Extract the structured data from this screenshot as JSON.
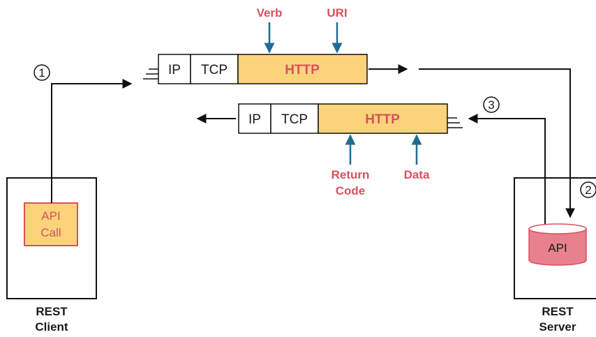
{
  "request": {
    "cells": [
      "IP",
      "TCP"
    ],
    "payload": "HTTP",
    "annotations": [
      "Verb",
      "URI"
    ]
  },
  "response": {
    "cells": [
      "IP",
      "TCP"
    ],
    "payload": "HTTP",
    "annotations": [
      "Return",
      "Code",
      "Data"
    ]
  },
  "client": {
    "line1": "REST",
    "line2": "Client",
    "call_line1": "API",
    "call_line2": "Call"
  },
  "server": {
    "line1": "REST",
    "line2": "Server",
    "api": "API"
  },
  "steps": [
    "1",
    "2",
    "3"
  ],
  "colors": {
    "payload_fill": "#fbd37a",
    "accent_red": "#d9505e",
    "annotation_arrow": "#1f6c94",
    "api_fill": "#e8818d"
  }
}
